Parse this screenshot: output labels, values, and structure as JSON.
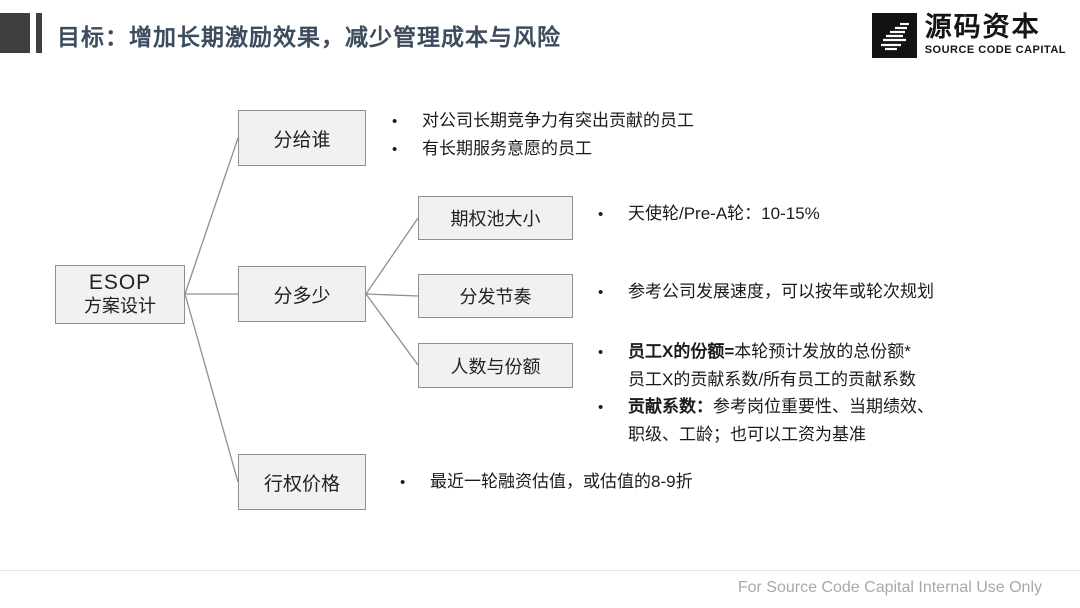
{
  "header": {
    "title": "目标：增加长期激励效果，减少管理成本与风险",
    "logo": {
      "name": "源码资本",
      "subtitle": "SOURCE CODE CAPITAL"
    }
  },
  "diagram": {
    "root": {
      "line1": "ESOP",
      "line2": "方案设计"
    },
    "branches": {
      "who": "分给谁",
      "howmuch": "分多少",
      "price": "行权价格",
      "pool": "期权池大小",
      "pace": "分发节奏",
      "share": "人数与份额"
    },
    "notes": {
      "who1": "对公司长期竞争力有突出贡献的员工",
      "who2": "有长期服务意愿的员工",
      "pool1": "天使轮/Pre-A轮：10-15%",
      "pace1": "参考公司发展速度，可以按年或轮次规划",
      "share1_bold": "员工X的份额=",
      "share1_rest": "本轮预计发放的总份额*",
      "share2": "员工X的贡献系数/所有员工的贡献系数",
      "share3_bold": "贡献系数：",
      "share3_rest": "参考岗位重要性、当期绩效、",
      "share4": "职级、工龄；也可以工资为基准",
      "price1": "最近一轮融资估值，或估值的8-9折"
    }
  },
  "footer": {
    "text": "For Source Code Capital Internal Use Only"
  },
  "colors": {
    "title_text": "#3c4b5d",
    "deco": "#3f3f3f",
    "box_fill": "#f1f1f0",
    "box_border": "#8f8f8f",
    "body_text": "#1b1b1b",
    "footer_text": "#a9a9a9",
    "footer_line": "#e4e4e4"
  }
}
